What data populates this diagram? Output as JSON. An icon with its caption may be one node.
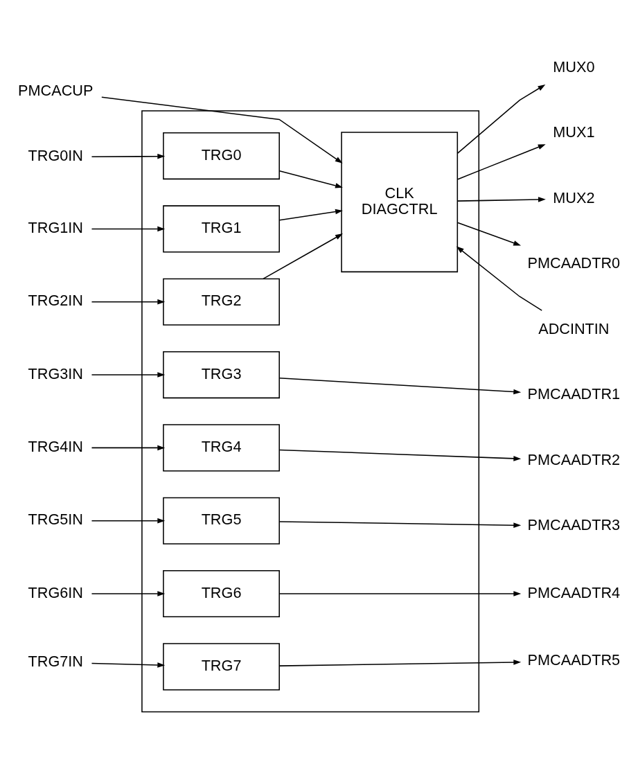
{
  "diagram": {
    "nodes": [
      {
        "text": [],
        "shape": "box"
      },
      {
        "text": [
          "CLK",
          "DIAGCTRL"
        ],
        "in": 0
      },
      {
        "text": [
          "TRG0"
        ],
        "in": 0
      },
      {
        "text": [
          "TRG1"
        ],
        "in": 0
      },
      {
        "text": [
          "TRG2"
        ],
        "in": 0
      },
      {
        "text": [
          "TRG3"
        ],
        "in": 0
      },
      {
        "text": [
          "TRG4"
        ],
        "in": 0
      },
      {
        "text": [
          "TRG5"
        ],
        "in": 0
      },
      {
        "text": [
          "TRG6"
        ],
        "in": 0
      },
      {
        "text": [
          "TRG7"
        ],
        "in": 0
      },
      {
        "text": [
          "PMCACUP"
        ]
      },
      {
        "text": [
          "TRG0IN"
        ]
      },
      {
        "text": [
          "TRG1IN"
        ]
      },
      {
        "text": [
          "TRG2IN"
        ]
      },
      {
        "text": [
          "TRG3IN"
        ]
      },
      {
        "text": [
          "TRG4IN"
        ]
      },
      {
        "text": [
          "TRG5IN"
        ]
      },
      {
        "text": [
          "TRG6IN"
        ]
      },
      {
        "text": [
          "TRG7IN"
        ]
      },
      {
        "text": [
          "MUX0"
        ]
      },
      {
        "text": [
          "MUX1"
        ]
      },
      {
        "text": [
          "MUX2"
        ]
      },
      {
        "text": [
          "PMCAADTR0"
        ]
      },
      {
        "text": [
          "ADCINTIN"
        ]
      },
      {
        "text": [
          "PMCAADTR1"
        ]
      },
      {
        "text": [
          "PMCAADTR2"
        ]
      },
      {
        "text": [
          "PMCAADTR3"
        ]
      },
      {
        "text": [
          "PMCAADTR4"
        ]
      },
      {
        "text": [
          "PMCAADTR5"
        ]
      }
    ],
    "edges": [
      {
        "from": 10,
        "to": 1,
        "arrow": "to"
      },
      {
        "from": 11,
        "to": 2,
        "arrow": "to"
      },
      {
        "from": 12,
        "to": 3,
        "arrow": "to"
      },
      {
        "from": 13,
        "to": 4,
        "arrow": "to"
      },
      {
        "from": 14,
        "to": 5,
        "arrow": "to"
      },
      {
        "from": 15,
        "to": 6,
        "arrow": "to"
      },
      {
        "from": 16,
        "to": 7,
        "arrow": "to"
      },
      {
        "from": 17,
        "to": 8,
        "arrow": "to"
      },
      {
        "from": 18,
        "to": 9,
        "arrow": "to"
      },
      {
        "from": 2,
        "to": 1,
        "arrow": "to"
      },
      {
        "from": 3,
        "to": 1,
        "arrow": "to"
      },
      {
        "from": 4,
        "to": 1,
        "arrow": "to"
      },
      {
        "from": 1,
        "to": 19,
        "arrow": "to"
      },
      {
        "from": 1,
        "to": 20,
        "arrow": "to"
      },
      {
        "from": 1,
        "to": 21,
        "arrow": "to"
      },
      {
        "from": 1,
        "to": 22,
        "arrow": "to"
      },
      {
        "from": 23,
        "to": 1,
        "arrow": "to"
      },
      {
        "from": 5,
        "to": 24,
        "arrow": "to"
      },
      {
        "from": 6,
        "to": 25,
        "arrow": "to"
      },
      {
        "from": 7,
        "to": 26,
        "arrow": "to"
      },
      {
        "from": 8,
        "to": 27,
        "arrow": "to"
      },
      {
        "from": 9,
        "to": 28,
        "arrow": "to"
      }
    ]
  }
}
